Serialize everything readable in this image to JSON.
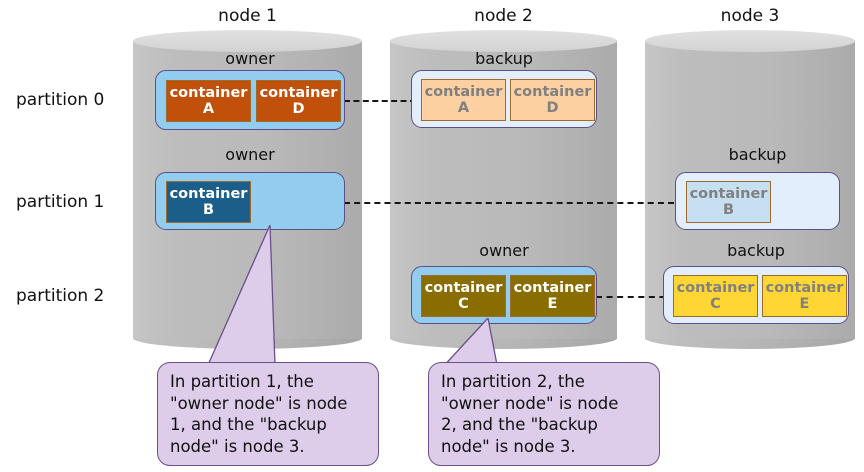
{
  "diagram": {
    "title_hidden": "",
    "nodes": [
      {
        "id": "node1",
        "label": "node 1"
      },
      {
        "id": "node2",
        "label": "node 2"
      },
      {
        "id": "node3",
        "label": "node 3"
      }
    ],
    "partitions": [
      {
        "id": "p0",
        "label": "partition 0"
      },
      {
        "id": "p1",
        "label": "partition 1"
      },
      {
        "id": "p2",
        "label": "partition 2"
      }
    ],
    "roles": {
      "owner": "owner",
      "backup": "backup"
    },
    "container_word": "container",
    "groups": [
      {
        "id": "p0-node1",
        "partition": "partition 0",
        "node": "node 1",
        "role": "owner",
        "role_label": "owner",
        "containers": [
          {
            "name": "container",
            "letter": "A",
            "state": "active"
          },
          {
            "name": "container",
            "letter": "D",
            "state": "active"
          }
        ]
      },
      {
        "id": "p0-node2",
        "partition": "partition 0",
        "node": "node 2",
        "role": "backup",
        "role_label": "backup",
        "containers": [
          {
            "name": "container",
            "letter": "A",
            "state": "passive"
          },
          {
            "name": "container",
            "letter": "D",
            "state": "passive"
          }
        ]
      },
      {
        "id": "p1-node1",
        "partition": "partition 1",
        "node": "node 1",
        "role": "owner",
        "role_label": "owner",
        "containers": [
          {
            "name": "container",
            "letter": "B",
            "state": "active"
          }
        ]
      },
      {
        "id": "p1-node3",
        "partition": "partition 1",
        "node": "node 3",
        "role": "backup",
        "role_label": "backup",
        "containers": [
          {
            "name": "container",
            "letter": "B",
            "state": "passive"
          }
        ]
      },
      {
        "id": "p2-node2",
        "partition": "partition 2",
        "node": "node 2",
        "role": "owner",
        "role_label": "owner",
        "containers": [
          {
            "name": "container",
            "letter": "C",
            "state": "active"
          },
          {
            "name": "container",
            "letter": "E",
            "state": "active"
          }
        ]
      },
      {
        "id": "p2-node3",
        "partition": "partition 2",
        "node": "node 3",
        "role": "backup",
        "role_label": "backup",
        "containers": [
          {
            "name": "container",
            "letter": "C",
            "state": "passive"
          },
          {
            "name": "container",
            "letter": "E",
            "state": "passive"
          }
        ]
      }
    ],
    "replication_links": [
      {
        "id": "link-p0",
        "from": "p0-node1",
        "to": "p0-node2",
        "style": "dashed"
      },
      {
        "id": "link-p1",
        "from": "p1-node1",
        "to": "p1-node3",
        "style": "dashed"
      },
      {
        "id": "link-p2",
        "from": "p2-node2",
        "to": "p2-node3",
        "style": "dashed"
      }
    ],
    "callouts": [
      {
        "id": "callout-partition-1",
        "points_to": "p1-node1",
        "lines": [
          "In partition 1, the",
          "\"owner node\" is node",
          "1, and the \"backup",
          "node\" is node 3."
        ]
      },
      {
        "id": "callout-partition-2",
        "points_to": "p2-node2",
        "lines": [
          "In partition 2, the",
          "\"owner node\" is node",
          "2, and the \"backup",
          "node\" is node 3."
        ]
      }
    ],
    "colors": {
      "cylinder": "#b9b9b9",
      "owner_box": "#92ccee",
      "backup_box": "#e2eefb",
      "box_border": "#5c4e87",
      "chip_border": "#9c6b2e",
      "container_a_d_active": "#c1510a",
      "container_a_d_passive": "#fdd0a2",
      "container_b_active": "#1b5e8a",
      "container_b_passive": "#c6e0f2",
      "container_c_e_active": "#8a6d00",
      "container_c_e_passive": "#ffd633",
      "callout_fill": "#ddccea",
      "callout_border": "#6b4f8a",
      "link": "#161616"
    }
  }
}
